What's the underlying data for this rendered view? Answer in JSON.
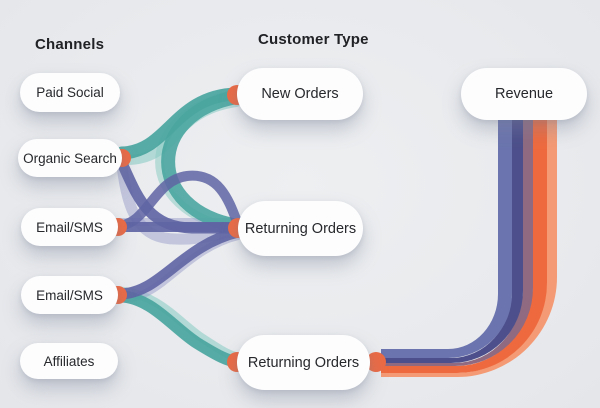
{
  "diagram": {
    "type": "sankey-flow",
    "columns": {
      "channels": {
        "heading": "Channels",
        "items": [
          {
            "label": "Paid Social",
            "connected": false
          },
          {
            "label": "Organic Search",
            "connected": true
          },
          {
            "label": "Email/SMS",
            "connected": true
          },
          {
            "label": "Email/SMS",
            "connected": true
          },
          {
            "label": "Affiliates",
            "connected": false
          }
        ]
      },
      "customer_type": {
        "heading": "Customer Type",
        "items": [
          {
            "label": "New Orders"
          },
          {
            "label": "Returning Orders"
          },
          {
            "label": "Returning Orders"
          }
        ]
      },
      "revenue": {
        "label": "Revenue"
      }
    },
    "links": [
      {
        "from": "Organic Search",
        "to": "New Orders",
        "color_group": "teal"
      },
      {
        "from": "New Orders",
        "to": "Returning Orders (top)",
        "color_group": "teal"
      },
      {
        "from": "Organic Search",
        "to": "Returning Orders (top)",
        "color_group": "purple"
      },
      {
        "from": "Email/SMS (top)",
        "to": "Returning Orders (top)",
        "color_group": "purple"
      },
      {
        "from": "Email/SMS (bottom)",
        "to": "Returning Orders (top)",
        "color_group": "purple"
      },
      {
        "from": "Email/SMS (bottom)",
        "to": "Returning Orders (bottom)",
        "color_group": "teal"
      },
      {
        "from": "Returning Orders (bottom)",
        "to": "Revenue",
        "color_group": "multi-stripe"
      }
    ]
  },
  "colors": {
    "background": "#e8eaed",
    "node_fill": "#fdfdfe",
    "text": "#26282b",
    "teal": "#4aa5a0",
    "teal_light": "#85cac2",
    "purple": "#5f64a3",
    "purple_light": "#9a9ec9",
    "dot": "#eb6a44",
    "stripes": [
      "#6b74ae",
      "#4c4f8b",
      "#8f6a80",
      "#ee6a3e",
      "#f49a74"
    ]
  }
}
